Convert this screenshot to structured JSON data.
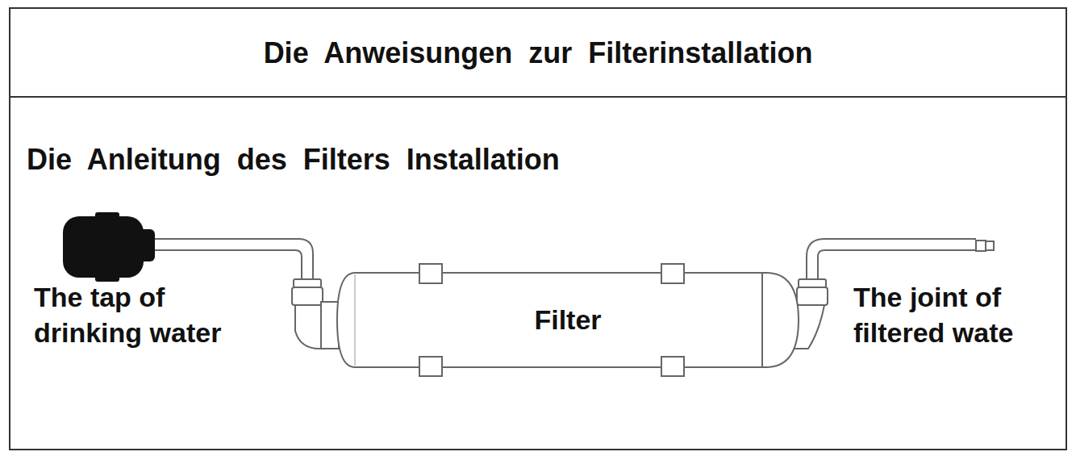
{
  "diagram": {
    "title": "Die Anweisungen zur Filterinstallation",
    "nodes": [
      {
        "text": [
          "Filter"
        ]
      }
    ],
    "labels": [
      "Die Anleitung des Filters Installation",
      "The tap of drinking water",
      "The joint of filtered wate"
    ]
  }
}
